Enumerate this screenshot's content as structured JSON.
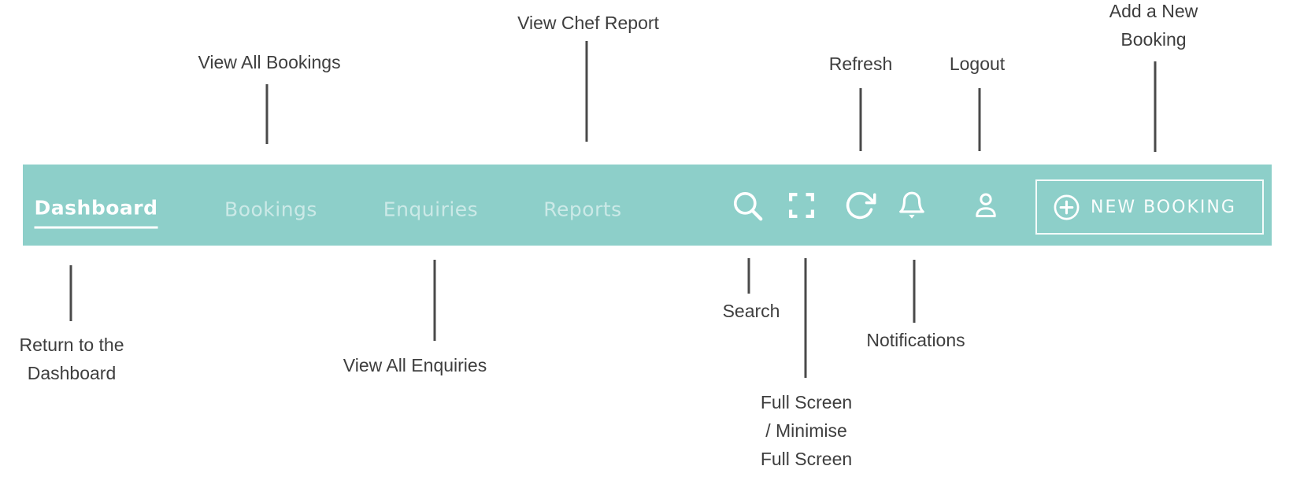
{
  "colors": {
    "navbar_bg": "#8DCFC9",
    "nav_active_text": "#FFFFFF",
    "nav_inactive_text": "rgba(255,255,255,0.55)",
    "annotation_text": "#3E3E3E",
    "annotation_line": "#4A4A4A"
  },
  "navbar": {
    "tabs": [
      {
        "label": "Dashboard",
        "active": true
      },
      {
        "label": "Bookings",
        "active": false
      },
      {
        "label": "Enquiries",
        "active": false
      },
      {
        "label": "Reports",
        "active": false
      }
    ],
    "icons": [
      {
        "name": "search-icon"
      },
      {
        "name": "fullscreen-icon"
      },
      {
        "name": "refresh-icon"
      },
      {
        "name": "notifications-icon"
      },
      {
        "name": "user-icon"
      }
    ],
    "new_booking": {
      "label": "NEW BOOKING",
      "icon": "plus-circle-icon"
    }
  },
  "annotations": {
    "view_all_bookings": {
      "lines": [
        "View All Bookings"
      ]
    },
    "view_chef_report": {
      "lines": [
        "View Chef Report"
      ]
    },
    "refresh": {
      "lines": [
        "Refresh"
      ]
    },
    "logout": {
      "lines": [
        "Logout"
      ]
    },
    "add_a_new_booking": {
      "lines": [
        "Add a New",
        "Booking"
      ]
    },
    "return_to_dashboard": {
      "lines": [
        "Return to the",
        "Dashboard"
      ]
    },
    "view_all_enquiries": {
      "lines": [
        "View All Enquiries"
      ]
    },
    "search": {
      "lines": [
        "Search"
      ]
    },
    "full_screen": {
      "lines": [
        "Full Screen",
        "/ Minimise",
        "Full Screen"
      ]
    },
    "notifications": {
      "lines": [
        "Notifications"
      ]
    }
  }
}
